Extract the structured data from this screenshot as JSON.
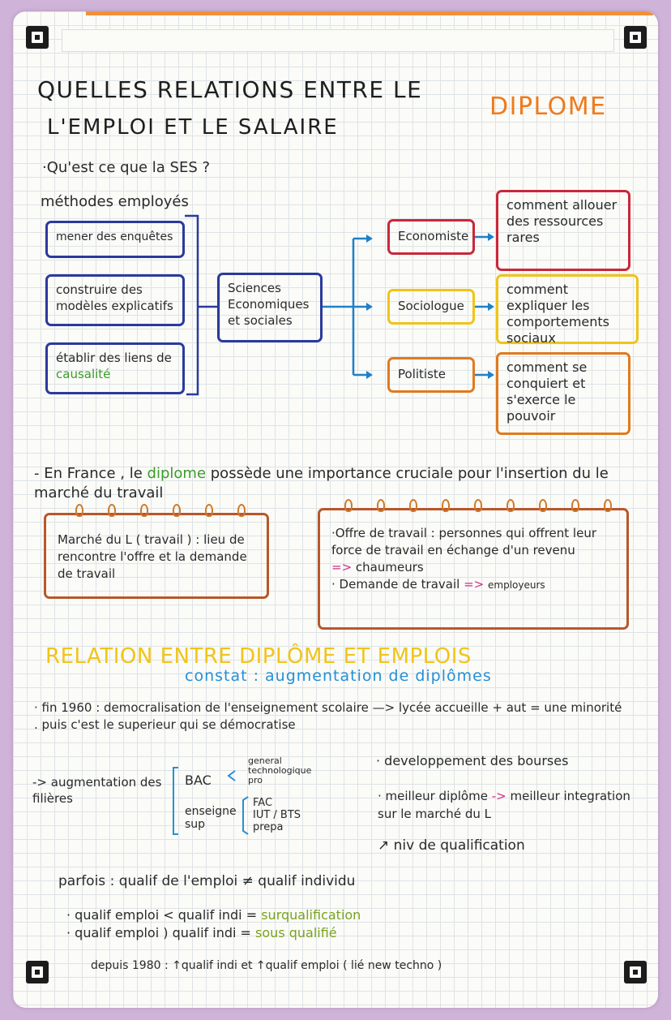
{
  "title": {
    "line1": "QUELLES RELATIONS ENTRE LE",
    "line2": "L'EMPLOI ET LE SALAIRE",
    "accent": "DIPLOME"
  },
  "intro": {
    "question": "·Qu'est ce que la SES ?",
    "methods_label": "méthodes employés",
    "methods": [
      {
        "text": "mener des enquêtes"
      },
      {
        "text": "construire des modèles explicatifs"
      },
      {
        "pre": "établir des liens de ",
        "highlight": "causalité"
      }
    ],
    "center": "Sciences Economiques et sociales",
    "branches": [
      {
        "name": "Economiste",
        "desc": "comment allouer des ressources rares"
      },
      {
        "name": "Sociologue",
        "desc": "comment expliquer les comportements sociaux"
      },
      {
        "name": "Politiste",
        "desc": "comment se conquiert et s'exerce le pouvoir"
      }
    ]
  },
  "france": {
    "pre": "- En France , le ",
    "highlight": "diplome",
    "post": " possède une importance cruciale pour l'insertion du le marché du travail"
  },
  "cards": {
    "left": "Marché du L ( travail ) : lieu de rencontre l'offre et la demande de travail",
    "right": {
      "offre": "·Offre de travail : personnes qui offrent leur force de travail en échange d'un revenu",
      "arrow1": "=>",
      "chomeurs": "chaumeurs",
      "demande": "· Demande de travail",
      "arrow2": "=>",
      "employeurs": "employeurs"
    }
  },
  "relation": {
    "heading": "RELATION ENTRE DIPLÔME ET EMPLOIS",
    "constat": "constat : augmentation de diplômes"
  },
  "bottom": {
    "fin1960": "· fin 1960 : democralisation de l'enseignement scolaire —> lycée accueille + aut = une minorité . puis c'est le superieur qui se démocratise",
    "augmentation": "-> augmentation des filières",
    "bac": "BAC",
    "bac_options": [
      "general",
      "technologique",
      "pro"
    ],
    "sup": "enseigne sup",
    "sup_options": [
      "FAC",
      "IUT / BTS",
      "prepa"
    ],
    "bourses": "· developpement des bourses",
    "meilleur_a": "· meilleur diplôme",
    "meilleur_arrow": "->",
    "meilleur_b": "meilleur integration sur le marché du L",
    "niv": "↗ niv de qualification",
    "parfois": "parfois : qualif de l'emploi ≠ qualif individu",
    "items": [
      {
        "left": "· qualif emploi < qualif indi =",
        "right": "surqualification"
      },
      {
        "left": "· qualif emploi ) qualif indi =",
        "right": "sous qualifié"
      }
    ],
    "depuis": "depuis 1980 : ↑qualif indi et ↑qualif emploi ( lié new techno )"
  },
  "colors": {
    "blue": "#2a3a9c",
    "red": "#c8283a",
    "yellow": "#f0c419",
    "orange": "#e07a1f",
    "brown": "#b8572a",
    "green": "#3a9b2a",
    "accent_orange": "#f07a1a",
    "light_blue": "#2690d6",
    "lime": "#7aa21e"
  }
}
